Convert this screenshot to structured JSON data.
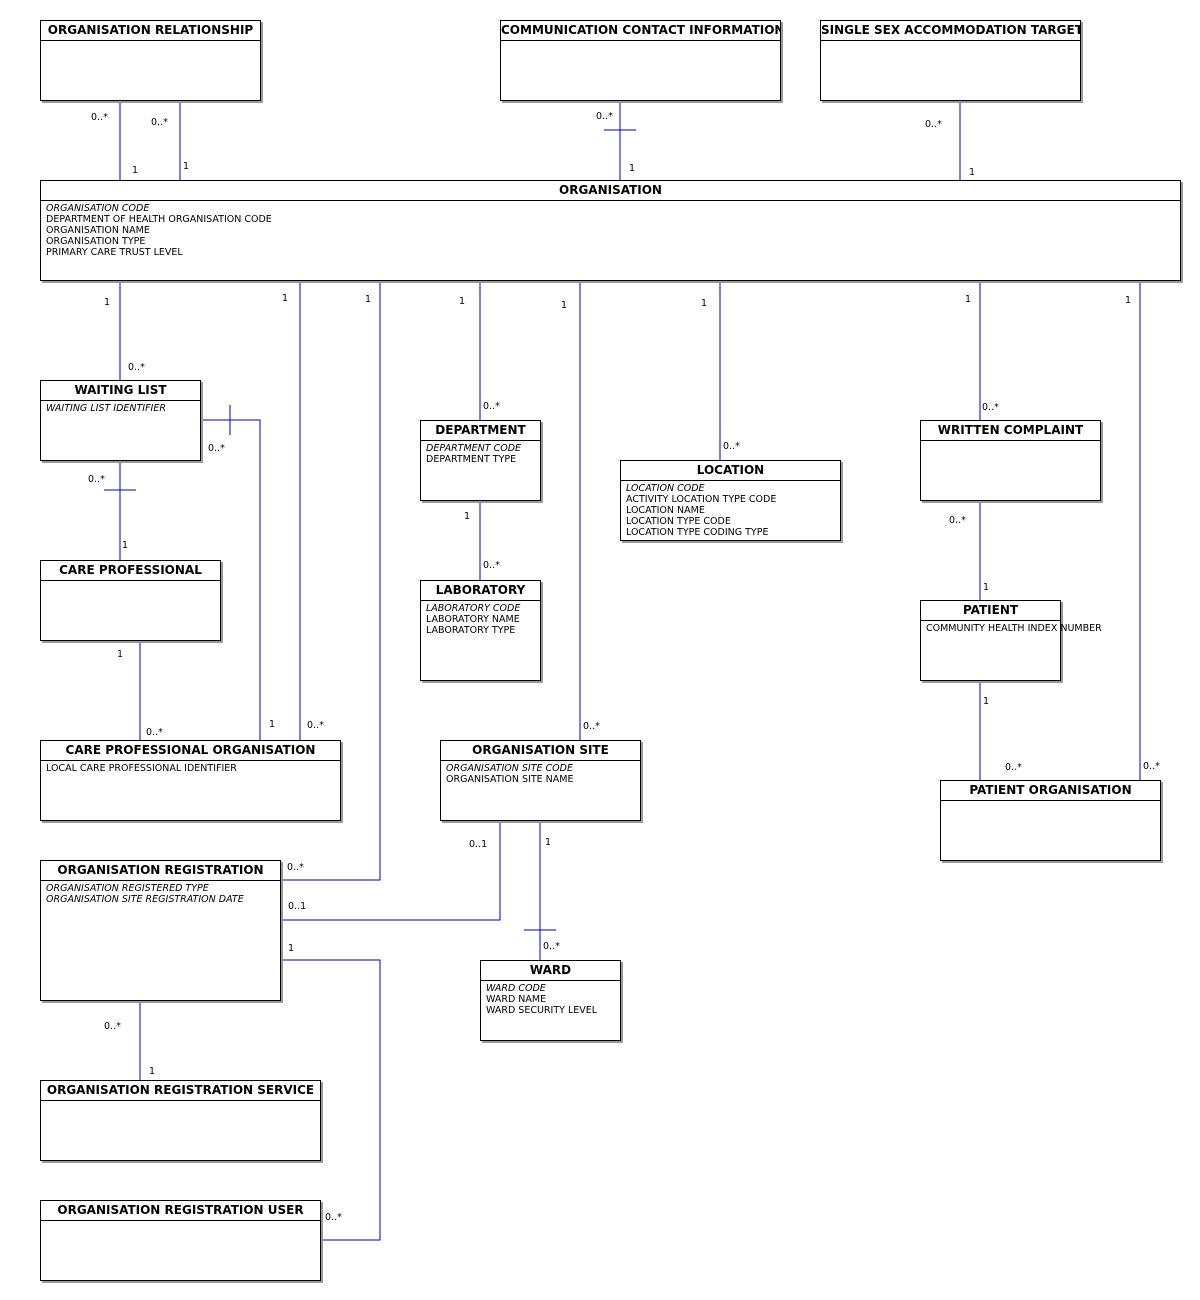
{
  "colors": {
    "line": "#0000b8",
    "border": "#000000",
    "shadow": "#9a9a9a"
  },
  "entities": {
    "organisation_relationship": {
      "title": "ORGANISATION RELATIONSHIP",
      "attributes": []
    },
    "communication_contact_information": {
      "title": "COMMUNICATION CONTACT INFORMATION",
      "attributes": []
    },
    "single_sex_accommodation_target": {
      "title": "SINGLE SEX ACCOMMODATION TARGET",
      "attributes": []
    },
    "organisation": {
      "title": "ORGANISATION",
      "attributes": [
        {
          "text": "ORGANISATION CODE",
          "key": true
        },
        {
          "text": "DEPARTMENT OF HEALTH ORGANISATION CODE",
          "key": false
        },
        {
          "text": "ORGANISATION NAME",
          "key": false
        },
        {
          "text": "ORGANISATION TYPE",
          "key": false
        },
        {
          "text": "PRIMARY CARE TRUST LEVEL",
          "key": false
        }
      ]
    },
    "waiting_list": {
      "title": "WAITING LIST",
      "attributes": [
        {
          "text": "WAITING LIST IDENTIFIER",
          "key": true
        }
      ]
    },
    "department": {
      "title": "DEPARTMENT",
      "attributes": [
        {
          "text": "DEPARTMENT CODE",
          "key": true
        },
        {
          "text": "DEPARTMENT TYPE",
          "key": false
        }
      ]
    },
    "location": {
      "title": "LOCATION",
      "attributes": [
        {
          "text": "LOCATION CODE",
          "key": true
        },
        {
          "text": "ACTIVITY LOCATION TYPE CODE",
          "key": false
        },
        {
          "text": "LOCATION NAME",
          "key": false
        },
        {
          "text": "LOCATION TYPE CODE",
          "key": false
        },
        {
          "text": "LOCATION TYPE CODING TYPE",
          "key": false
        }
      ]
    },
    "written_complaint": {
      "title": "WRITTEN COMPLAINT",
      "attributes": []
    },
    "care_professional": {
      "title": "CARE PROFESSIONAL",
      "attributes": []
    },
    "laboratory": {
      "title": "LABORATORY",
      "attributes": [
        {
          "text": "LABORATORY CODE",
          "key": true
        },
        {
          "text": "LABORATORY NAME",
          "key": false
        },
        {
          "text": "LABORATORY TYPE",
          "key": false
        }
      ]
    },
    "patient": {
      "title": "PATIENT",
      "attributes": [
        {
          "text": "COMMUNITY HEALTH INDEX NUMBER",
          "key": false
        }
      ]
    },
    "care_professional_organisation": {
      "title": "CARE PROFESSIONAL ORGANISATION",
      "attributes": [
        {
          "text": "LOCAL CARE PROFESSIONAL IDENTIFIER",
          "key": false
        }
      ]
    },
    "organisation_site": {
      "title": "ORGANISATION SITE",
      "attributes": [
        {
          "text": "ORGANISATION SITE CODE",
          "key": true
        },
        {
          "text": "ORGANISATION SITE NAME",
          "key": false
        }
      ]
    },
    "patient_organisation": {
      "title": "PATIENT ORGANISATION",
      "attributes": []
    },
    "organisation_registration": {
      "title": "ORGANISATION REGISTRATION",
      "attributes": [
        {
          "text": "ORGANISATION REGISTERED TYPE",
          "key": true
        },
        {
          "text": "ORGANISATION SITE REGISTRATION DATE",
          "key": true
        }
      ]
    },
    "ward": {
      "title": "WARD",
      "attributes": [
        {
          "text": "WARD CODE",
          "key": true
        },
        {
          "text": "WARD NAME",
          "key": false
        },
        {
          "text": "WARD SECURITY LEVEL",
          "key": false
        }
      ]
    },
    "organisation_registration_service": {
      "title": "ORGANISATION REGISTRATION SERVICE",
      "attributes": []
    },
    "organisation_registration_user": {
      "title": "ORGANISATION REGISTRATION USER",
      "attributes": []
    }
  },
  "multiplicities": {
    "orgrel_a_top": "0..*",
    "orgrel_a_bottom": "1",
    "orgrel_b_top": "0..*",
    "orgrel_b_bottom": "1",
    "comm_top": "0..*",
    "comm_bottom": "1",
    "ssat_top": "0..*",
    "ssat_bottom": "1",
    "wl_org": "1",
    "wl_end": "0..*",
    "cpo_org": "1",
    "cpo_end": "0..*",
    "reg_org": "1",
    "reg_end": "0..*",
    "dept_org": "1",
    "dept_end": "0..*",
    "site_org": "1",
    "site_end": "0..*",
    "loc_org": "1",
    "loc_end": "0..*",
    "wc_org": "1",
    "wc_end": "0..*",
    "po_org": "1",
    "po_end": "0..*",
    "wl_cp_top": "0..*",
    "wl_cp_bottom": "1",
    "wl_cpo_top": "0..*",
    "wl_cpo_bottom": "1",
    "cp_cpo_top": "1",
    "cp_cpo_bottom": "0..*",
    "dept_lab_top": "1",
    "dept_lab_bottom": "0..*",
    "wc_pat_top": "0..*",
    "wc_pat_bottom": "1",
    "pat_po_top": "1",
    "pat_po_bottom": "0..*",
    "site_reg_top": "0..1",
    "site_reg_end": "0..1",
    "site_ward_top": "1",
    "site_ward_bottom": "0..*",
    "reg_svc_top": "0..*",
    "reg_svc_bottom": "1",
    "reg_user_top": "1",
    "reg_user_end": "0..*"
  }
}
